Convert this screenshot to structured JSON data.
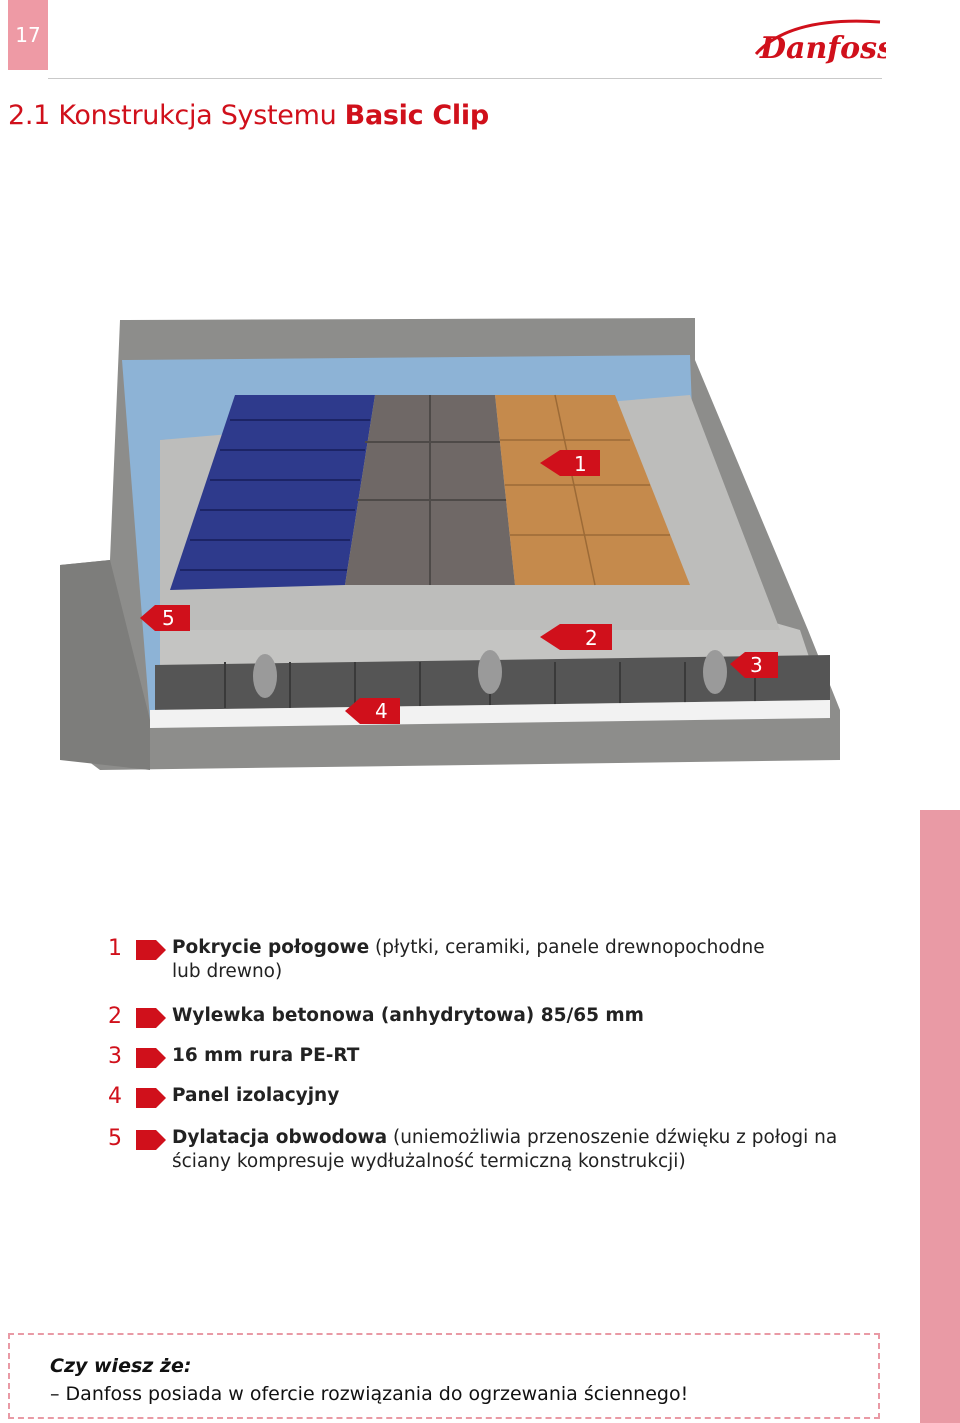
{
  "header": {
    "page_number": "17",
    "logo_text": "Danfoss"
  },
  "title": {
    "prefix": "2.1 Konstrukcja Systemu ",
    "bold": "Basic Clip"
  },
  "figure": {
    "callouts": [
      "1",
      "2",
      "3",
      "4",
      "5"
    ]
  },
  "legend": [
    {
      "num": "1",
      "bold": "Pokrycie połogowe",
      "rest": " (płytki, ceramiki, panele drewnopochodne",
      "line2": "lub drewno)"
    },
    {
      "num": "2",
      "bold": "Wylewka betonowa (anhydrytowa) 85/65 mm",
      "rest": "",
      "line2": ""
    },
    {
      "num": "3",
      "bold": "16 mm rura PE-RT",
      "rest": "",
      "line2": ""
    },
    {
      "num": "4",
      "bold": "Panel izolacyjny",
      "rest": "",
      "line2": ""
    },
    {
      "num": "5",
      "bold": "Dylatacja obwodowa",
      "rest": " (uniemożliwia przenoszenie dźwięku z połogi na",
      "line2": "ściany kompresuje wydłużalność termiczną konstrukcji)"
    }
  ],
  "note": {
    "title": "Czy wiesz że:",
    "text": "– Danfoss posiada w ofercie rozwiązania do ogrzewania ściennego!"
  },
  "colors": {
    "accent": "#d0101b",
    "pink": "#e99aa5"
  }
}
